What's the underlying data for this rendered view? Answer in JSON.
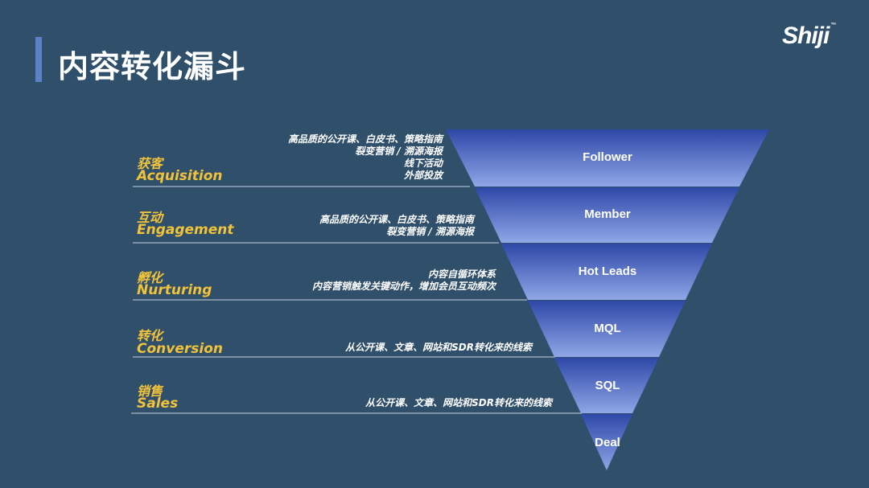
{
  "slide": {
    "title": "内容转化漏斗",
    "logo": "Shiji",
    "logo_mark": "™"
  },
  "funnel": {
    "levels": [
      "Follower",
      "Member",
      "Hot Leads",
      "MQL",
      "SQL",
      "Deal"
    ]
  },
  "stages": [
    {
      "zh": "获客",
      "en": "Acquisition",
      "notes": [
        "高品质的公开课、白皮书、策略指南",
        "裂变营销 / 溯源海报",
        "线下活动",
        "外部投放"
      ]
    },
    {
      "zh": "互动",
      "en": "Engagement",
      "notes": [
        "高品质的公开课、白皮书、策略指南",
        "裂变营销 / 溯源海报"
      ]
    },
    {
      "zh": "孵化",
      "en": "Nurturing",
      "notes": [
        "内容自循环体系",
        "内容营销触发关键动作，增加会员互动频次"
      ]
    },
    {
      "zh": "转化",
      "en": "Conversion",
      "notes": [
        "从公开课、文章、网站和SDR转化来的线索"
      ]
    },
    {
      "zh": "销售",
      "en": "Sales",
      "notes": [
        "从公开课、文章、网站和SDR转化来的线索"
      ]
    }
  ],
  "colors": {
    "background": "#2f4f6b",
    "accent_bar": "#5b82c4",
    "stage_text": "#f2c33a",
    "funnel_dark": "#2e48a8",
    "funnel_light": "#8fa6e6"
  }
}
